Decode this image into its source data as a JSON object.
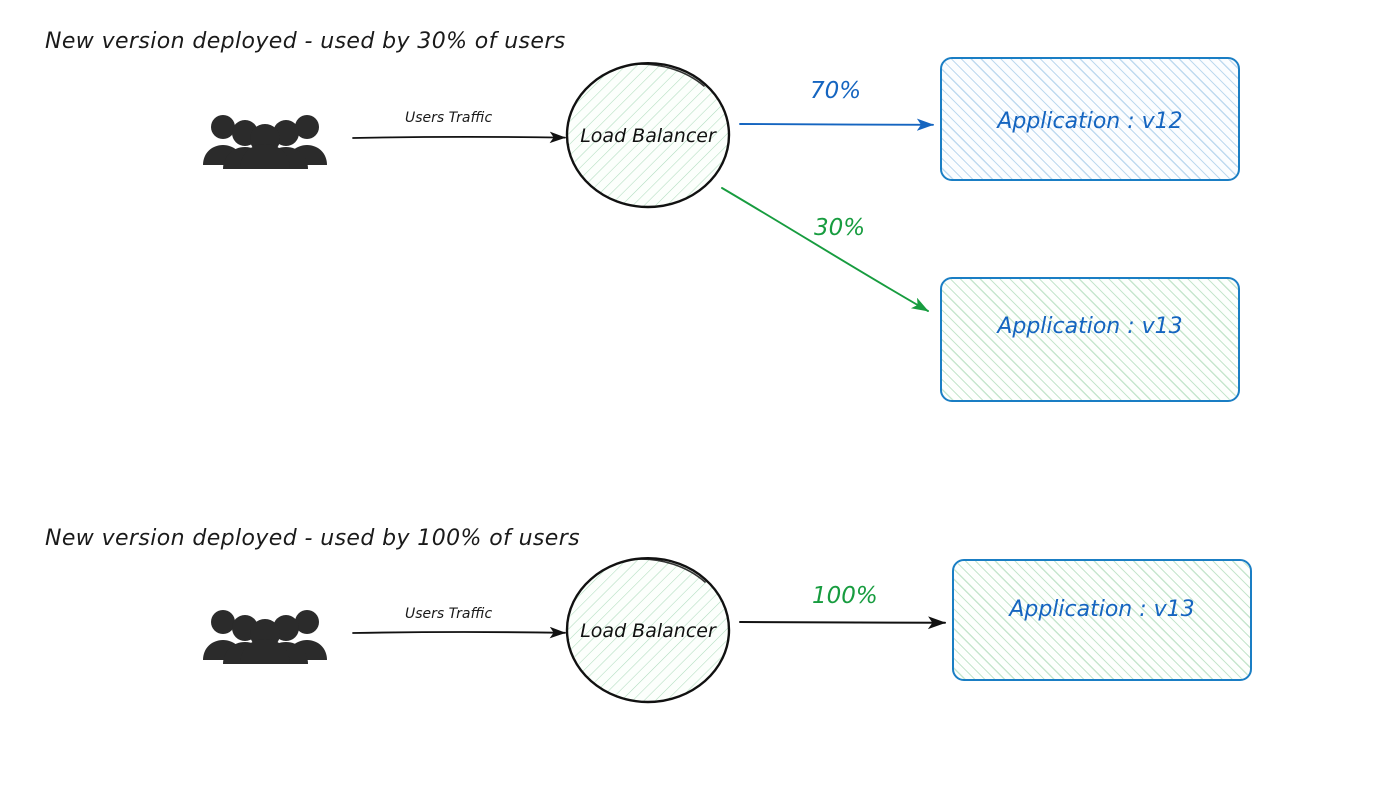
{
  "diagram": {
    "type": "canary-deployment-diagram",
    "background_color": "#ffffff",
    "sections": [
      {
        "id": "canary",
        "title": "New version deployed - used by 30% of users",
        "actor": {
          "icon": "users-group-icon",
          "label": ""
        },
        "traffic_edge_label": "Users Traffic",
        "router": {
          "label": "Load Balancer",
          "shape": "circle",
          "fill": "green-hatch",
          "border_color": "#111111"
        },
        "targets": [
          {
            "label": "Application : v12",
            "share": "70%",
            "share_color": "#1565c0",
            "edge_color": "#1565c0",
            "fill": "blue-hatch",
            "border_color": "#1a7ec4"
          },
          {
            "label": "Application : v13",
            "share": "30%",
            "share_color": "#179c3f",
            "edge_color": "#179c3f",
            "fill": "green-hatch",
            "border_color": "#1a7ec4"
          }
        ]
      },
      {
        "id": "full-rollout",
        "title": "New version deployed - used by 100% of users",
        "actor": {
          "icon": "users-group-icon",
          "label": ""
        },
        "traffic_edge_label": "Users Traffic",
        "router": {
          "label": "Load Balancer",
          "shape": "circle",
          "fill": "green-hatch",
          "border_color": "#111111"
        },
        "targets": [
          {
            "label": "Application : v13",
            "share": "100%",
            "share_color": "#179c3f",
            "edge_color": "#111111",
            "fill": "green-hatch",
            "border_color": "#1a7ec4"
          }
        ]
      }
    ],
    "colors": {
      "blue_accent": "#1565c0",
      "blue_border": "#1a7ec4",
      "green_accent": "#179c3f",
      "ink": "#111111",
      "users_icon": "#2b2b2b"
    }
  }
}
